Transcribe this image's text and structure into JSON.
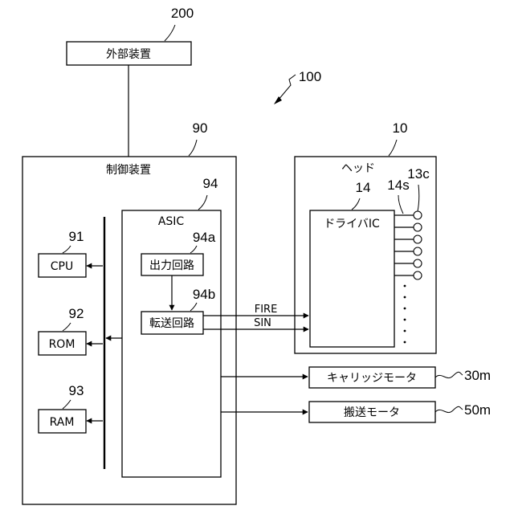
{
  "external_device": {
    "label": "外部装置",
    "ref": "200"
  },
  "system": {
    "ref": "100"
  },
  "controller": {
    "label": "制御装置",
    "ref": "90"
  },
  "asic": {
    "label": "ASIC",
    "ref": "94"
  },
  "output_circuit": {
    "label": "出力回路",
    "ref": "94a"
  },
  "transfer_circuit": {
    "label": "転送回路",
    "ref": "94b"
  },
  "cpu": {
    "label": "CPU",
    "ref": "91"
  },
  "rom": {
    "label": "ROM",
    "ref": "92"
  },
  "ram": {
    "label": "RAM",
    "ref": "93"
  },
  "head": {
    "label": "ヘッド",
    "ref": "10"
  },
  "driver_ic": {
    "label": "ドライバIC",
    "ref": "14"
  },
  "signal_lines": {
    "ref": "14s"
  },
  "nozzles": {
    "ref": "13c"
  },
  "signals": {
    "fire": "FIRE",
    "sin": "SIN"
  },
  "carriage_motor": {
    "label": "キャリッジモータ",
    "ref": "30m"
  },
  "transport_motor": {
    "label": "搬送モータ",
    "ref": "50m"
  }
}
